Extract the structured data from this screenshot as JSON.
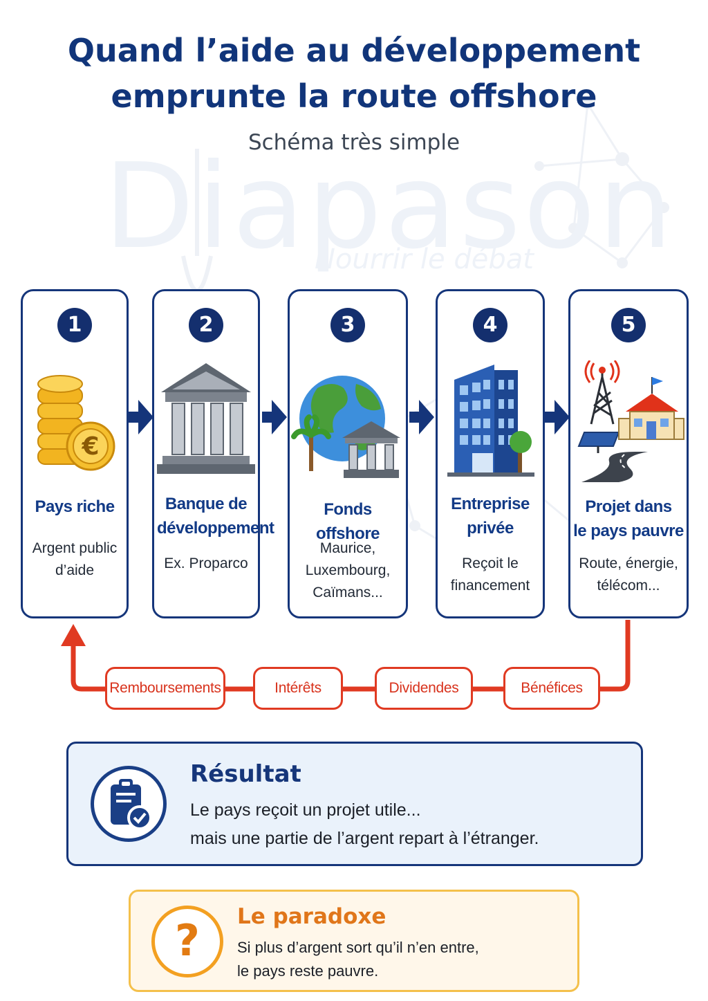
{
  "header": {
    "title_lines": [
      "Quand l’aide au développement",
      "emprunte la route offshore"
    ],
    "subtitle": "Schéma très simple"
  },
  "watermark": {
    "brand": "Diapason",
    "tagline": "Nourrir le débat"
  },
  "steps": [
    {
      "number": "1",
      "title_lines": [
        "Pays riche"
      ],
      "desc_lines": [
        "Argent public",
        "d’aide"
      ],
      "icon": "euro-coins-icon"
    },
    {
      "number": "2",
      "title_lines": [
        "Banque de",
        "développement"
      ],
      "desc_lines": [
        "Ex. Proparco"
      ],
      "icon": "bank-icon"
    },
    {
      "number": "3",
      "title_lines": [
        "Fonds offshore"
      ],
      "desc_lines": [
        "Maurice,",
        "Luxembourg,",
        "Caïmans..."
      ],
      "icon": "globe-bank-palm-icon"
    },
    {
      "number": "4",
      "title_lines": [
        "Entreprise",
        "privée"
      ],
      "desc_lines": [
        "Reçoit le",
        "financement"
      ],
      "icon": "office-building-icon"
    },
    {
      "number": "5",
      "title_lines": [
        "Projet dans",
        "le pays pauvre"
      ],
      "desc_lines": [
        "Route, énergie,",
        "télécom..."
      ],
      "icon": "infrastructure-project-icon"
    }
  ],
  "return_flows": [
    "Remboursements",
    "Intérêts",
    "Dividendes",
    "Bénéfices"
  ],
  "result": {
    "title": "Résultat",
    "lines": [
      "Le pays reçoit un projet utile...",
      "mais une partie de l’argent repart à l’étranger."
    ],
    "icon": "clipboard-check-icon"
  },
  "paradox": {
    "title": "Le paradoxe",
    "symbol": "?",
    "lines": [
      "Si plus d’argent sort qu’il n’en entre,",
      "le pays reste pauvre."
    ],
    "icon": "question-mark-icon"
  },
  "colors": {
    "navy": "#15357a",
    "red": "#e03a22",
    "orange": "#e0761a",
    "result_bg": "#eaf2fb",
    "paradox_bg": "#fff7ea"
  }
}
